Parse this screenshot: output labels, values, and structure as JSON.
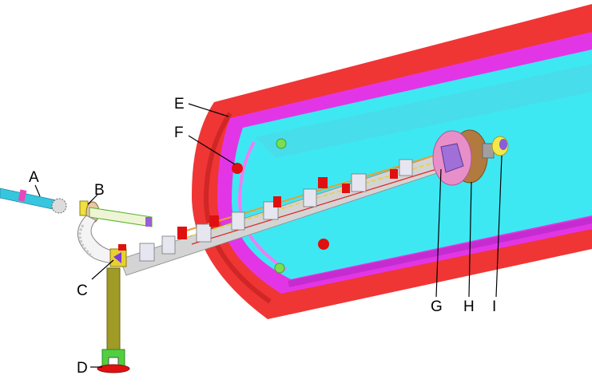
{
  "labels": {
    "A": "A",
    "B": "B",
    "C": "C",
    "D": "D",
    "E": "E",
    "F": "F",
    "G": "G",
    "H": "H",
    "I": "I"
  },
  "colors": {
    "outer_shell": "#f03535",
    "middle_shell": "#e236e6",
    "inner_shell": "#3ee8f2",
    "beam_pipe": "#9c9c9c",
    "beamline_magnet": "#e01010",
    "support_column": "#a09a26",
    "target_disk_pink": "#e88ec8",
    "target_disk_brown": "#b27a3e",
    "target_disk_yellow": "#f2e84a",
    "port_green": "#78e050",
    "background": "#ffffff"
  }
}
